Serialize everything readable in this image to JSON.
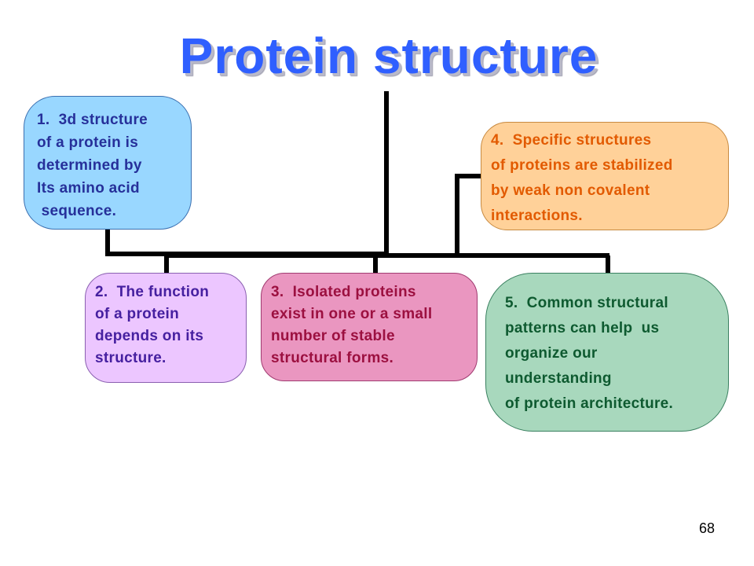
{
  "title": "Protein structure",
  "boxes": {
    "b1": {
      "lines": [
        "1.  3d structure",
        "of a protein is",
        "determined by",
        "Its amino acid",
        " sequence."
      ]
    },
    "b2": {
      "lines": [
        "2.  The function",
        "of a protein",
        "depends on its",
        "structure."
      ]
    },
    "b3": {
      "lines": [
        "3.  Isolated proteins",
        "exist in one or a small",
        "number of stable",
        "structural forms."
      ]
    },
    "b4": {
      "lines": [
        "4.  Specific structures",
        "of proteins are stabilized",
        "by weak non covalent",
        "interactions."
      ]
    },
    "b5": {
      "lines": [
        "5.  Common structural",
        "patterns can help  us",
        "organize our",
        "understanding",
        "of protein architecture."
      ]
    }
  },
  "page_number": "68",
  "colors": {
    "title": "#2f5fff",
    "box1_fill": "#99d7ff",
    "box2_fill": "#ecc6ff",
    "box3_fill": "#ea96c0",
    "box4_fill": "#ffd199",
    "box5_fill": "#a8d8bd",
    "connector": "#000000"
  }
}
